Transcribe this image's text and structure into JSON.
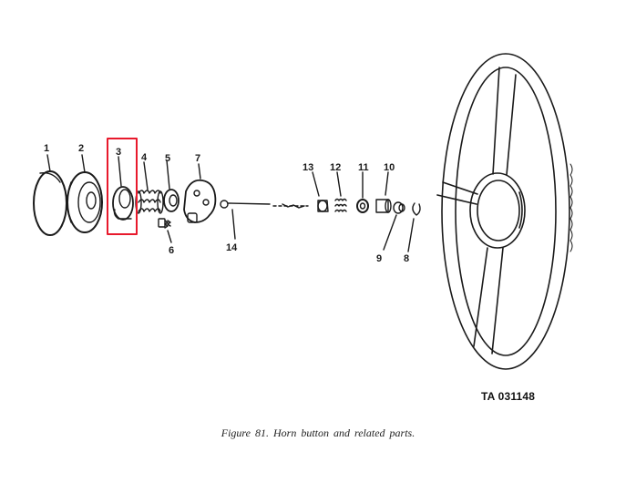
{
  "figure": {
    "caption_prefix": "Figure 81.",
    "caption_text": "Horn button and related parts.",
    "ta_number": "TA 031148"
  },
  "callouts": [
    "1",
    "2",
    "3",
    "4",
    "5",
    "6",
    "7",
    "8",
    "9",
    "10",
    "11",
    "12",
    "13",
    "14"
  ],
  "highlight": {
    "part": "3",
    "color": "#e8192c"
  },
  "colors": {
    "ink": "#1a1a1a",
    "paper": "#ffffff"
  }
}
